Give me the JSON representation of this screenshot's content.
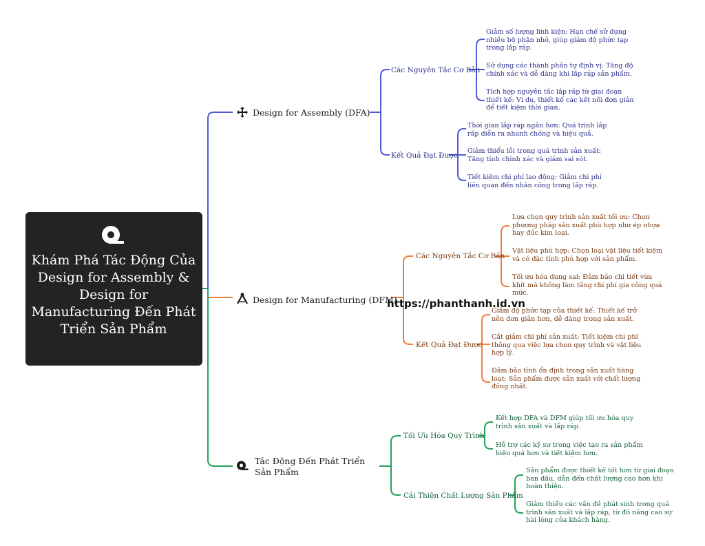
{
  "root": {
    "title": "Khám Phá Tác Động Của Design for Assembly & Design for Manufacturing Đến Phát Triển Sản Phẩm",
    "icon": "tape-roll-icon"
  },
  "colors": {
    "blue": "#4f5bd5",
    "orange": "#f07e3a",
    "green": "#20a35a",
    "root_bg": "#232326"
  },
  "branches": [
    {
      "label": "Design for Assembly (DFA)",
      "icon": "move-arrows-icon",
      "groups": [
        {
          "label": "Các Nguyên Tắc Cơ Bản",
          "items": [
            "Giảm số lượng linh kiện: Hạn chế sử dụng nhiều bộ phận nhỏ, giúp giảm độ phức tạp trong lắp ráp.",
            "Sử dụng các thành phần tự định vị: Tăng độ chính xác và dễ dàng khi lắp ráp sản phẩm.",
            "Tích hợp nguyên tắc lắp ráp từ giai đoạn thiết kế: Ví dụ, thiết kế các kết nối đơn giản để tiết kiệm thời gian."
          ]
        },
        {
          "label": "Kết Quả Đạt Được",
          "items": [
            "Thời gian lắp ráp ngắn hơn: Quá trình lắp ráp diễn ra nhanh chóng và hiệu quả.",
            "Giảm thiểu lỗi trong quá trình sản xuất: Tăng tính chính xác và giảm sai sót.",
            "Tiết kiệm chi phí lao động: Giảm chi phí liên quan đến nhân công trong lắp ráp."
          ]
        }
      ]
    },
    {
      "label": "Design for Manufacturing (DFM)",
      "icon": "compass-icon",
      "groups": [
        {
          "label": "Các Nguyên Tắc Cơ Bản",
          "items": [
            "Lựa chọn quy trình sản xuất tối ưu: Chọn phương pháp sản xuất phù hợp như ép nhựa hay đúc kim loại.",
            "Vật liệu phù hợp: Chọn loại vật liệu tiết kiệm và có đặc tính phù hợp với sản phẩm.",
            "Tối ưu hóa dung sai: Đảm bảo chi tiết vừa khít mà không làm tăng chi phí gia công quá mức."
          ]
        },
        {
          "label": "Kết Quả Đạt Được",
          "items": [
            "Giảm độ phức tạp của thiết kế: Thiết kế trở nên đơn giản hơn, dễ dàng trong sản xuất.",
            "Cắt giảm chi phí sản xuất: Tiết kiệm chi phí thông qua việc lựa chọn quy trình và vật liệu hợp lý.",
            "Đảm bảo tính ổn định trong sản xuất hàng loạt: Sản phẩm được sản xuất với chất lượng đồng nhất."
          ]
        }
      ]
    },
    {
      "label": "Tác Động Đến Phát Triển Sản Phẩm",
      "icon": "tape-roll-icon",
      "groups": [
        {
          "label": "Tối Ưu Hóa Quy Trình",
          "items": [
            "Kết hợp DFA và DFM giúp tối ưu hóa quy trình sản xuất và lắp ráp.",
            "Hỗ trợ các kỹ sư trong việc tạo ra sản phẩm hiệu quả hơn và tiết kiệm hơn."
          ]
        },
        {
          "label": "Cải Thiện Chất Lượng Sản Phẩm",
          "items": [
            "Sản phẩm được thiết kế tốt hơn từ giai đoạn ban đầu, dẫn đến chất lượng cao hơn khi hoàn thiện.",
            "Giảm thiểu các vấn đề phát sinh trong quá trình sản xuất và lắp ráp, từ đó nâng cao sự hài lòng của khách hàng."
          ]
        }
      ]
    }
  ],
  "watermark": "https://phanthanh.id.vn"
}
